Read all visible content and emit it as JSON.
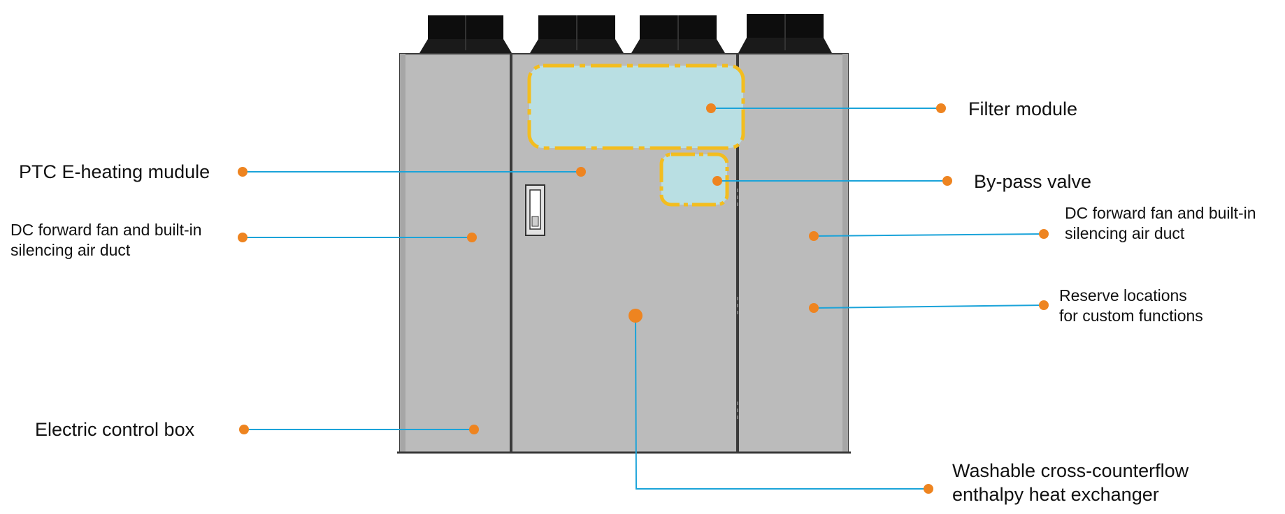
{
  "labels": {
    "filter_module": "Filter module",
    "bypass_valve": "By-pass valve",
    "ptc_heating": "PTC E-heating mudule",
    "dc_fan_left": [
      "DC forward fan and built-in",
      "silencing air duct"
    ],
    "dc_fan_right": [
      "DC forward fan and built-in",
      "silencing air duct"
    ],
    "reserve": [
      "Reserve locations",
      "for custom functions"
    ],
    "electric_box": "Electric control box",
    "heat_exchanger": [
      "Washable cross-counterflow",
      "enthalpy heat exchanger"
    ]
  },
  "colors": {
    "leader_line": "#1aa3d9",
    "marker_dot": "#ee8420",
    "housing_fill": "#bbbbbb",
    "housing_edge": "#3a3a3a",
    "filter_fill": "#b9dfe3",
    "filter_dash": "#f3bd1f",
    "duct_black": "#0d0d0d"
  }
}
